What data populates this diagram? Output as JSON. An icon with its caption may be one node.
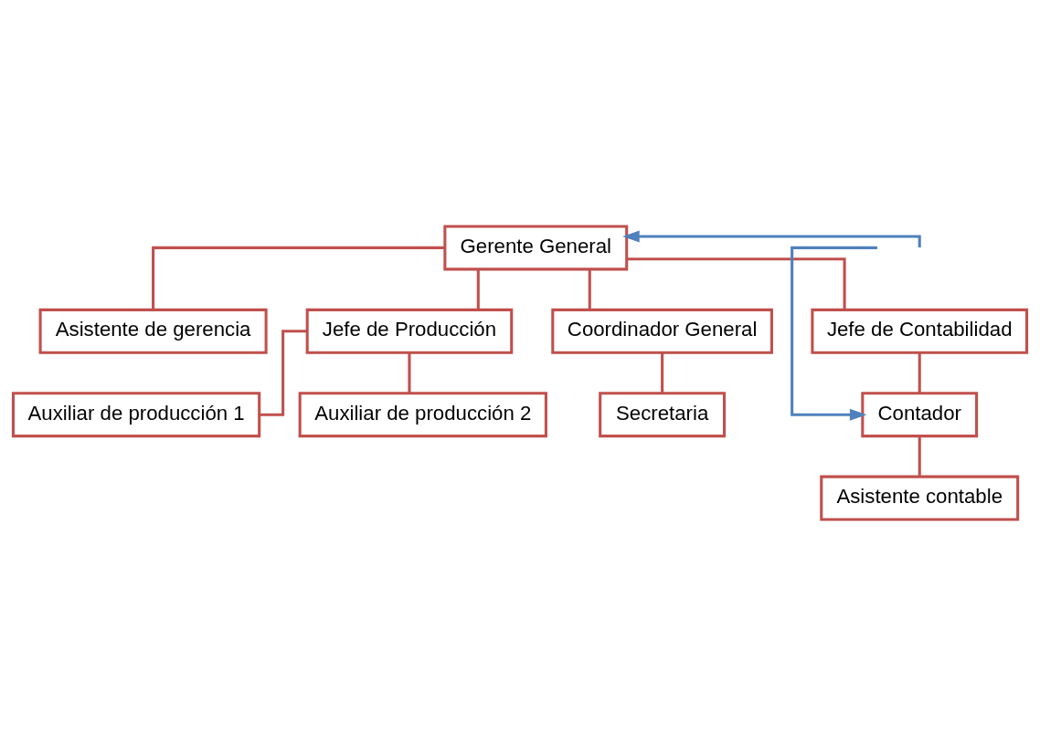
{
  "diagram": {
    "nodes": [
      {
        "text": [
          "Gerente General"
        ]
      },
      {
        "text": [
          "Asistente de gerencia"
        ]
      },
      {
        "text": [
          "Jefe de Producción"
        ]
      },
      {
        "text": [
          "Coordinador General"
        ]
      },
      {
        "text": [
          "Jefe de Contabilidad"
        ]
      },
      {
        "text": [
          "Auxiliar de producción 1"
        ]
      },
      {
        "text": [
          "Auxiliar de producción 2"
        ]
      },
      {
        "text": [
          "Secretaria"
        ]
      },
      {
        "text": [
          "Contador"
        ]
      },
      {
        "text": [
          "Asistente contable"
        ]
      }
    ],
    "edges": [
      {
        "from": 0,
        "to": 1,
        "arrow": "none"
      },
      {
        "from": 0,
        "to": 2,
        "arrow": "none"
      },
      {
        "from": 0,
        "to": 3,
        "arrow": "none"
      },
      {
        "from": 0,
        "to": 4,
        "arrow": "none"
      },
      {
        "from": 2,
        "to": 5,
        "arrow": "none"
      },
      {
        "from": 2,
        "to": 6,
        "arrow": "none"
      },
      {
        "from": 3,
        "to": 7,
        "arrow": "none"
      },
      {
        "from": 4,
        "to": 8,
        "arrow": "none"
      },
      {
        "from": 8,
        "to": 9,
        "arrow": "none"
      },
      {
        "from": null,
        "to": 0,
        "arrow": "to",
        "color": "#4f81bd"
      },
      {
        "from": null,
        "to": 8,
        "arrow": "to",
        "color": "#4f81bd"
      }
    ]
  }
}
